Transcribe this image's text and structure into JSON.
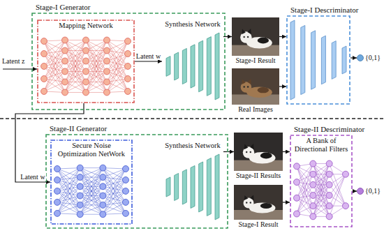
{
  "diagram": {
    "nodes": [
      {
        "text": [
          "Stage-I Generator"
        ]
      },
      {
        "text": [
          "Mapping Network"
        ],
        "in": 0
      },
      {
        "text": [
          "Synthesis Network"
        ],
        "in": 0
      },
      {
        "text": [
          "Stage-I Result"
        ]
      },
      {
        "text": [
          "Real Images"
        ]
      },
      {
        "text": [
          "Stage-I Descriminator"
        ]
      },
      {
        "text": [
          "{0,1}"
        ]
      },
      {
        "text": [
          "Stage-II Generator"
        ]
      },
      {
        "text": [
          "Secure Noise Optimization NetWork"
        ],
        "in": 7
      },
      {
        "text": [
          "Synthesis Network"
        ],
        "in": 7
      },
      {
        "text": [
          "Stage-II Results"
        ]
      },
      {
        "text": [
          "Stage-I Result"
        ]
      },
      {
        "text": [
          "Stage-II Descriminator",
          "A Bank of Directional Filters"
        ]
      },
      {
        "text": [
          "{0,1}"
        ]
      }
    ],
    "edges": [
      {
        "from": 1,
        "to": 2,
        "label": "Latent w",
        "arrow": "to"
      },
      {
        "from": 1,
        "to": 8,
        "label": "Latent w",
        "arrow": "to"
      },
      {
        "from": 2,
        "to": 3,
        "arrow": "to"
      },
      {
        "from": 3,
        "to": 5,
        "arrow": "to"
      },
      {
        "from": 4,
        "to": 5,
        "arrow": "to"
      },
      {
        "from": 5,
        "to": 6,
        "arrow": "to"
      },
      {
        "from": 9,
        "to": 10,
        "arrow": "to"
      },
      {
        "from": 10,
        "to": 12,
        "arrow": "to"
      },
      {
        "from": 11,
        "to": 12,
        "arrow": "to"
      },
      {
        "from": 12,
        "to": 13,
        "arrow": "to"
      }
    ],
    "labels": [
      "Latent z"
    ]
  }
}
